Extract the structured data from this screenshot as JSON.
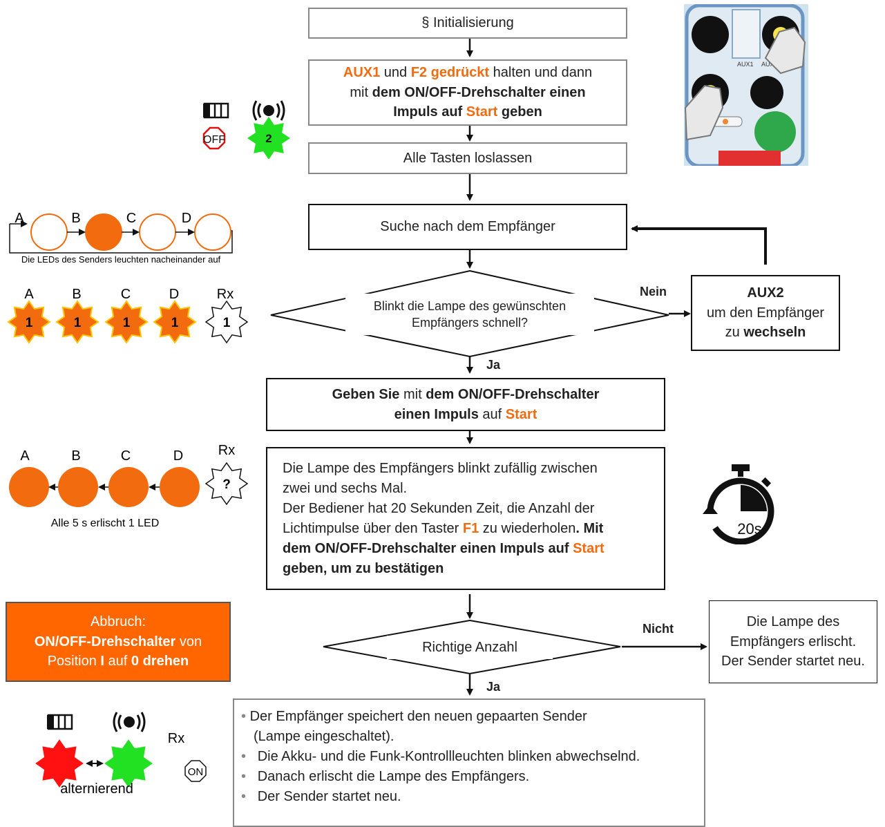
{
  "colors": {
    "orange": "#f26b0f",
    "green": "#22e022",
    "red": "#ff1111",
    "abort": "#ff6600",
    "line": "#111111"
  },
  "step_init": {
    "label": "§ Initialisierung"
  },
  "step_hold": {
    "part1": "AUX1",
    "part2": " und ",
    "part3": "F2 gedrückt",
    "part4": " halten und dann",
    "part5": "mit ",
    "part6": "dem ON/OFF-Drehschalter einen",
    "part7": "Impuls auf ",
    "part8": "Start",
    "part9": " geben"
  },
  "step_release": {
    "label": "Alle Tasten loslassen"
  },
  "step_search": {
    "label": "Suche nach dem Empfänger"
  },
  "decision_blink": {
    "line1": "Blinkt die Lampe des gewünschten",
    "line2": "Empfängers schnell?"
  },
  "edge_nein": "Nein",
  "edge_ja1": "Ja",
  "step_aux2": {
    "line1": "AUX2",
    "line2": "um den Empfänger",
    "line3": "zu ",
    "line4": "wechseln"
  },
  "step_impulse": {
    "p1": "Geben Sie",
    "p2": " mit ",
    "p3": "dem ON/OFF-Drehschalter",
    "p4": "einen Impuls",
    "p5": " auf ",
    "p6": "Start"
  },
  "step_count": {
    "l1": "Die Lampe des Empfängers blinkt zufällig zwischen",
    "l2": "zwei und sechs Mal.",
    "l3": "Der Bediener hat 20 Sekunden Zeit, die Anzahl der",
    "l4a": "Lichtimpulse über den Taster ",
    "l4b": "F1",
    "l4c": " zu wiederholen",
    "l4d": ". Mit",
    "l5a": "dem ON/OFF-Drehschalter einen Impuls auf ",
    "l5b": "Start",
    "l6": "geben, um zu bestätigen"
  },
  "decision_count": {
    "label": "Richtige Anzahl"
  },
  "edge_nicht": "Nicht",
  "edge_ja2": "Ja",
  "step_restart": {
    "l1": "Die Lampe des",
    "l2": "Empfängers erlischt.",
    "l3": "Der Sender startet neu."
  },
  "step_final": {
    "items": [
      "Der Empfänger speichert den neuen gepaarten Sender",
      "(Lampe eingeschaltet).",
      "Die Akku- und die Funk-Kontrollleuchten blinken abwechselnd.",
      "Danach erlischt die Lampe des Empfängers.",
      "Der Sender startet neu."
    ]
  },
  "abort": {
    "l1": "Abbruch:",
    "l2a": "ON/OFF-Drehschalter",
    "l2b": " von",
    "l3a": "Position ",
    "l3b": "I",
    "l3c": " auf ",
    "l3d": "0 drehen"
  },
  "indicator_top": {
    "off": "OFF",
    "star_num": "2"
  },
  "leds_seq": {
    "letters": [
      "A",
      "B",
      "C",
      "D"
    ],
    "caption": "Die LEDs des Senders leuchten nacheinander auf"
  },
  "leds_blink": {
    "letters": [
      "A",
      "B",
      "C",
      "D",
      "Rx"
    ],
    "num": "1"
  },
  "leds_count": {
    "letters": [
      "A",
      "B",
      "C",
      "D",
      "Rx"
    ],
    "rx_symbol": "?",
    "caption": "Alle 5 s erlischt 1 LED"
  },
  "timer": {
    "label": "20s"
  },
  "indicator_bottom": {
    "rx": "Rx",
    "on": "ON",
    "caption": "alternierend"
  },
  "photo": {
    "aux1": "AUX1",
    "aux2": "AUX2"
  }
}
